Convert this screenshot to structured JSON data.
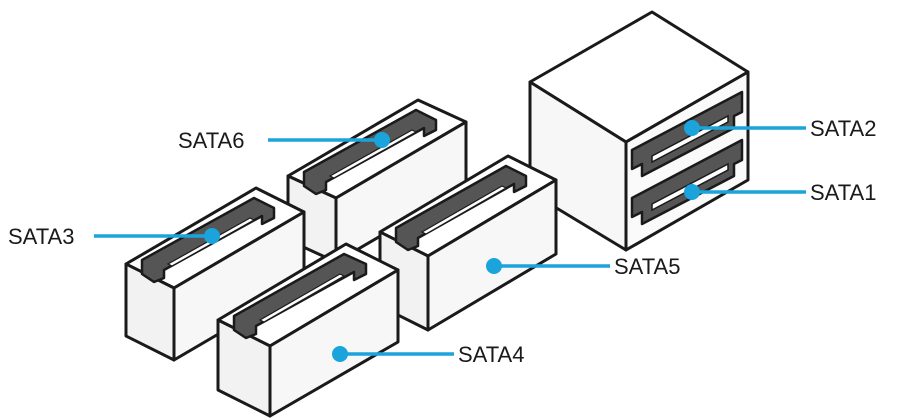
{
  "ports": [
    {
      "id": "SATA6",
      "label": "SATA6"
    },
    {
      "id": "SATA3",
      "label": "SATA3"
    },
    {
      "id": "SATA2",
      "label": "SATA2"
    },
    {
      "id": "SATA1",
      "label": "SATA1"
    },
    {
      "id": "SATA5",
      "label": "SATA5"
    },
    {
      "id": "SATA4",
      "label": "SATA4"
    }
  ],
  "colors": {
    "outline": "#1a1a1a",
    "callout": "#1ba3dc",
    "face": "#f7f7f7",
    "top": "#ffffff",
    "slot": "#555555"
  }
}
